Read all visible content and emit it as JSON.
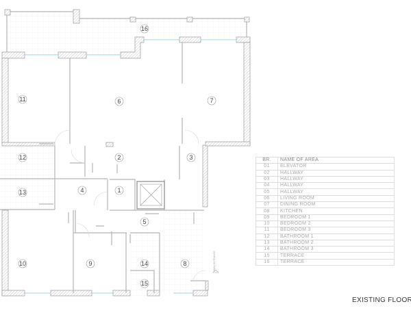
{
  "plan": {
    "room_labels": {
      "r1": "1",
      "r2": "2",
      "r3": "3",
      "r4": "4",
      "r5": "5",
      "r6": "6",
      "r7": "7",
      "r8": "8",
      "r9": "9",
      "r10": "10",
      "r11": "11",
      "r12": "12",
      "r13": "13",
      "r14": "14",
      "r15": "15",
      "r16": "16"
    },
    "entrance_label": "MAIN ENTRANCE",
    "title": "EXISTING FLOOR PL"
  },
  "legend": {
    "header": {
      "no": "BR.",
      "name": "NAME OF AREA"
    },
    "rows": [
      {
        "no": "01",
        "name": "ELEVATOR"
      },
      {
        "no": "02",
        "name": "HALLWAY"
      },
      {
        "no": "03",
        "name": "HALLWAY"
      },
      {
        "no": "04",
        "name": "HALLWAY"
      },
      {
        "no": "05",
        "name": "HALLWAY"
      },
      {
        "no": "06",
        "name": "LIVING ROOM"
      },
      {
        "no": "07",
        "name": "DINING ROOM"
      },
      {
        "no": "08",
        "name": "KITCHEN"
      },
      {
        "no": "09",
        "name": "BEDROOM 1"
      },
      {
        "no": "10",
        "name": "BEDROOM 2"
      },
      {
        "no": "11",
        "name": "BEDROOM 3"
      },
      {
        "no": "12",
        "name": "BATHROOM 1"
      },
      {
        "no": "13",
        "name": "BATHROOM 2"
      },
      {
        "no": "14",
        "name": "BATHROOM 3"
      },
      {
        "no": "15",
        "name": "TERRACE"
      },
      {
        "no": "16",
        "name": "TERRACE"
      }
    ]
  },
  "colors": {
    "window": "#9fd3e6",
    "wall_outline": "#9a9a9a"
  }
}
